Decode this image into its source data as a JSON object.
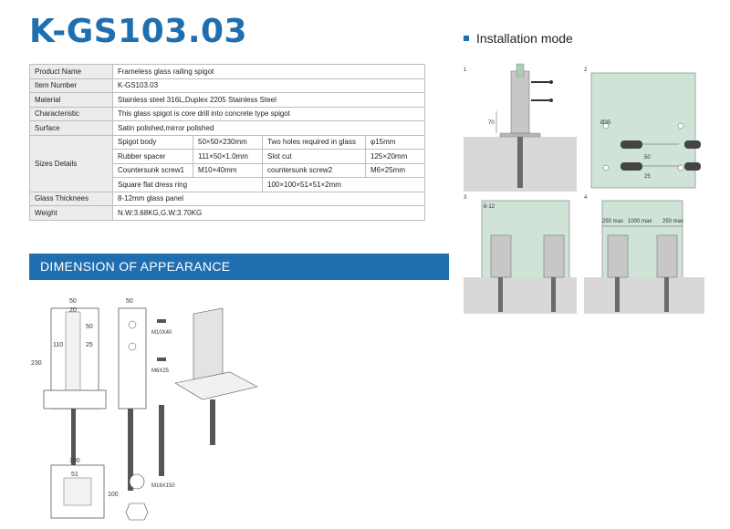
{
  "title": "K-GS103.03",
  "installation": {
    "heading": "Installation mode",
    "step_labels": [
      "1",
      "2",
      "3",
      "4"
    ],
    "dims": {
      "d1_height": "70",
      "d2_hole": "Ø35",
      "d2_gap": "50",
      "d2_bottom": "25",
      "d3_gap": "8-12",
      "d4_left": "250 max",
      "d4_mid": "1000 max",
      "d4_right": "250 max"
    }
  },
  "specs": {
    "product_name_label": "Product Name",
    "product_name_value": "Frameless glass railing spigot",
    "item_number_label": "Item Number",
    "item_number_value": "K-GS103.03",
    "material_label": "Material",
    "material_value": "Stainless steel 316L,Duplex 2205 Stainless Steel",
    "characteristic_label": "Characteristic",
    "characteristic_value": "This glass spigot is core drill into concrete type spigot",
    "surface_label": "Surface",
    "surface_value": "Satin polished,mirror polished",
    "sizes_label": "Sizes Details",
    "sizes": {
      "spigot_body": "Spigot body",
      "spigot_body_value": "50×50×230mm",
      "two_holes": "Two holes required in glass",
      "two_holes_value": "φ15mm",
      "rubber_spacer": "Rubber spacer",
      "rubber_spacer_value": "111×50×1.0mm",
      "slot_cut": "Slot cut",
      "slot_cut_value": "125×20mm",
      "countersunk1": "Countersunk screw1",
      "countersunk1_value": "M10×40mm",
      "countersunk2": "countersunk screw2",
      "countersunk2_value": "M6×25mm",
      "square_flat": "Square flat dress ring",
      "square_flat_value": "100×100×51×51×2mm"
    },
    "glass_label": "Glass Thicknees",
    "glass_value": "8-12mm glass panel",
    "weight_label": "Weight",
    "weight_value": "N.W:3.68KG,G.W:3.70KG"
  },
  "dimension": {
    "heading": "DIMENSION OF APPEARANCE",
    "labels": {
      "front_width": "50",
      "front_inner": "20",
      "front_height": "230",
      "front_slot": "110",
      "front_a": "50",
      "front_b": "25",
      "side_width": "50",
      "screw1": "M10X40",
      "screw2": "M6X25",
      "rod": "M16X150",
      "base_w": "100",
      "base_inner": "51",
      "base_h": "100"
    }
  },
  "colors": {
    "brand": "#1f6fb0",
    "glass": "#cfe3d6",
    "concrete": "#d8d8d8"
  }
}
